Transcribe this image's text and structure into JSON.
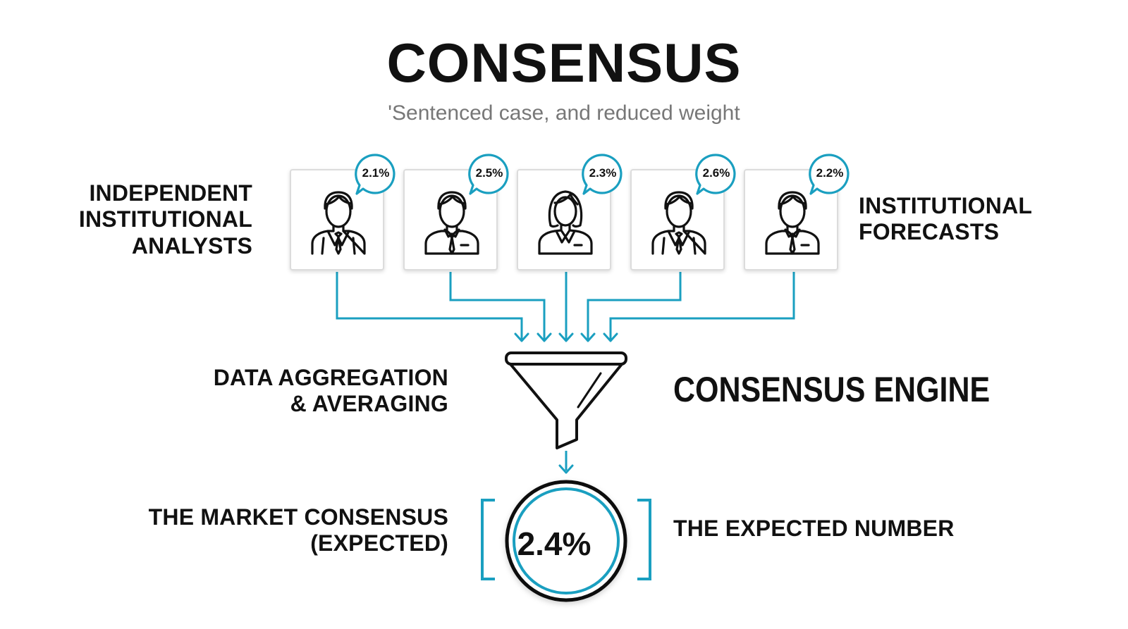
{
  "title": "CONSENSUS",
  "subtitle": "'Sentenced case, and reduced weight",
  "labels": {
    "left_top": [
      "INDEPENDENT",
      "INSTITUTIONAL",
      "ANALYSTS"
    ],
    "right_top": [
      "INSTITUTIONAL",
      "FORECASTS"
    ],
    "left_middle": [
      "DATA AGGREGATION",
      "& AVERAGING"
    ],
    "right_middle": "CONSENSUS ENGINE",
    "left_bottom": [
      "THE MARKET CONSENSUS",
      "(EXPECTED)"
    ],
    "right_bottom": "THE EXPECTED NUMBER"
  },
  "analysts": [
    {
      "forecast": "2.1%",
      "icon": "male-analyst-suit-icon"
    },
    {
      "forecast": "2.5%",
      "icon": "male-analyst-tie-icon"
    },
    {
      "forecast": "2.3%",
      "icon": "female-analyst-icon"
    },
    {
      "forecast": "2.6%",
      "icon": "male-analyst-suit-icon"
    },
    {
      "forecast": "2.2%",
      "icon": "male-analyst-tie-icon"
    }
  ],
  "result": "2.4%",
  "colors": {
    "accent": "#1a9fc0",
    "text": "#111111",
    "subtitle": "#777777"
  }
}
